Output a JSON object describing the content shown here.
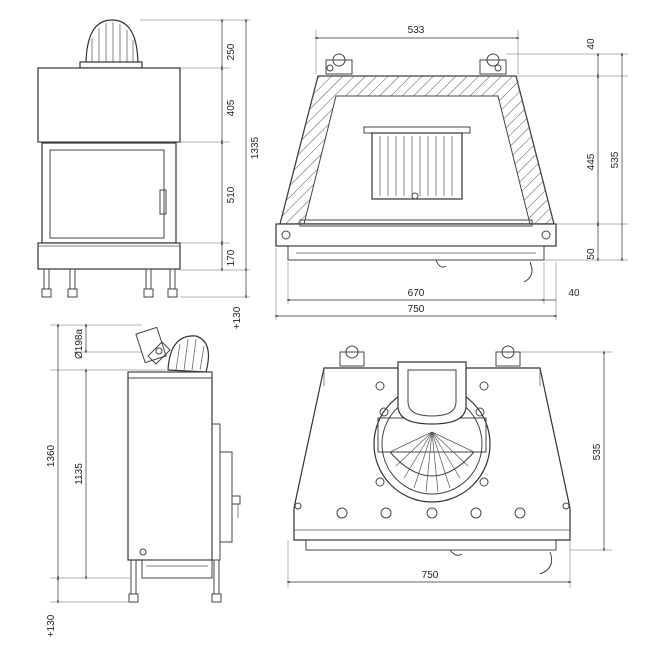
{
  "front_view": {
    "dims": [
      "250",
      "405",
      "510",
      "170",
      "1335",
      "+130"
    ]
  },
  "top_view": {
    "dims": [
      "533",
      "40",
      "445",
      "535",
      "50",
      "670",
      "40",
      "750"
    ]
  },
  "side_view": {
    "dims": [
      "Ø198a",
      "1360",
      "1135",
      "+130"
    ]
  },
  "top_view_lower": {
    "dims": [
      "535",
      "750"
    ]
  }
}
